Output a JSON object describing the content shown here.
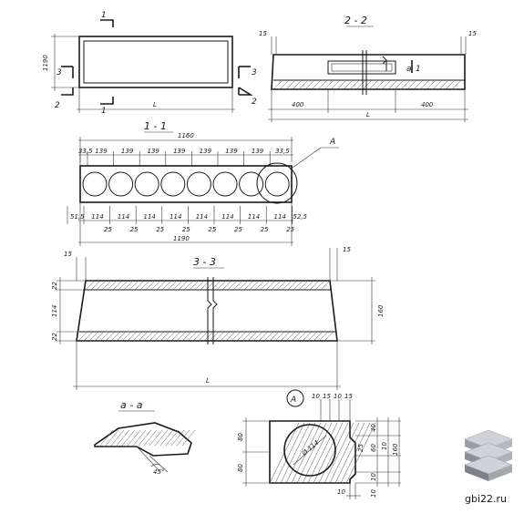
{
  "watermark": {
    "text": "gbi22.ru"
  },
  "plan": {
    "cut_labels": [
      "1",
      "1",
      "3",
      "3",
      "2",
      "2"
    ],
    "dim_height": "1190",
    "dim_length": "L"
  },
  "section_2_2": {
    "title": "2 - 2",
    "dims": [
      "15",
      "15",
      "400",
      "400",
      "L"
    ],
    "detail": "a",
    "detail_num": "1"
  },
  "section_1_1": {
    "title": "1 - 1",
    "detail_ref": "A",
    "top_total": "1160",
    "top_dims": [
      "33,5",
      "139",
      "139",
      "139",
      "139",
      "139",
      "139",
      "139",
      "33,5"
    ],
    "bottom_dims": [
      "51,5",
      "114",
      "114",
      "114",
      "114",
      "114",
      "114",
      "114",
      "114",
      "52,5"
    ],
    "rib_dims": [
      "25",
      "25",
      "25",
      "25",
      "25",
      "25",
      "25",
      "25"
    ],
    "bottom_total": "1190"
  },
  "section_3_3": {
    "title": "3 - 3",
    "dims_top": [
      "15",
      "15"
    ],
    "dims_left": [
      "22",
      "114",
      "22"
    ],
    "dim_right": "160",
    "dim_length": "L"
  },
  "section_a_a": {
    "title": "a - a",
    "angle": "45°"
  },
  "detail_A": {
    "title": "A",
    "diam": "Ø 114",
    "top_dims": [
      "10",
      "15",
      "10",
      "15"
    ],
    "right_dims": [
      "40",
      "60",
      "25",
      "160",
      "10",
      "10"
    ],
    "left_dims": [
      "80",
      "80"
    ],
    "bottom_dims": [
      "10",
      "10"
    ]
  }
}
